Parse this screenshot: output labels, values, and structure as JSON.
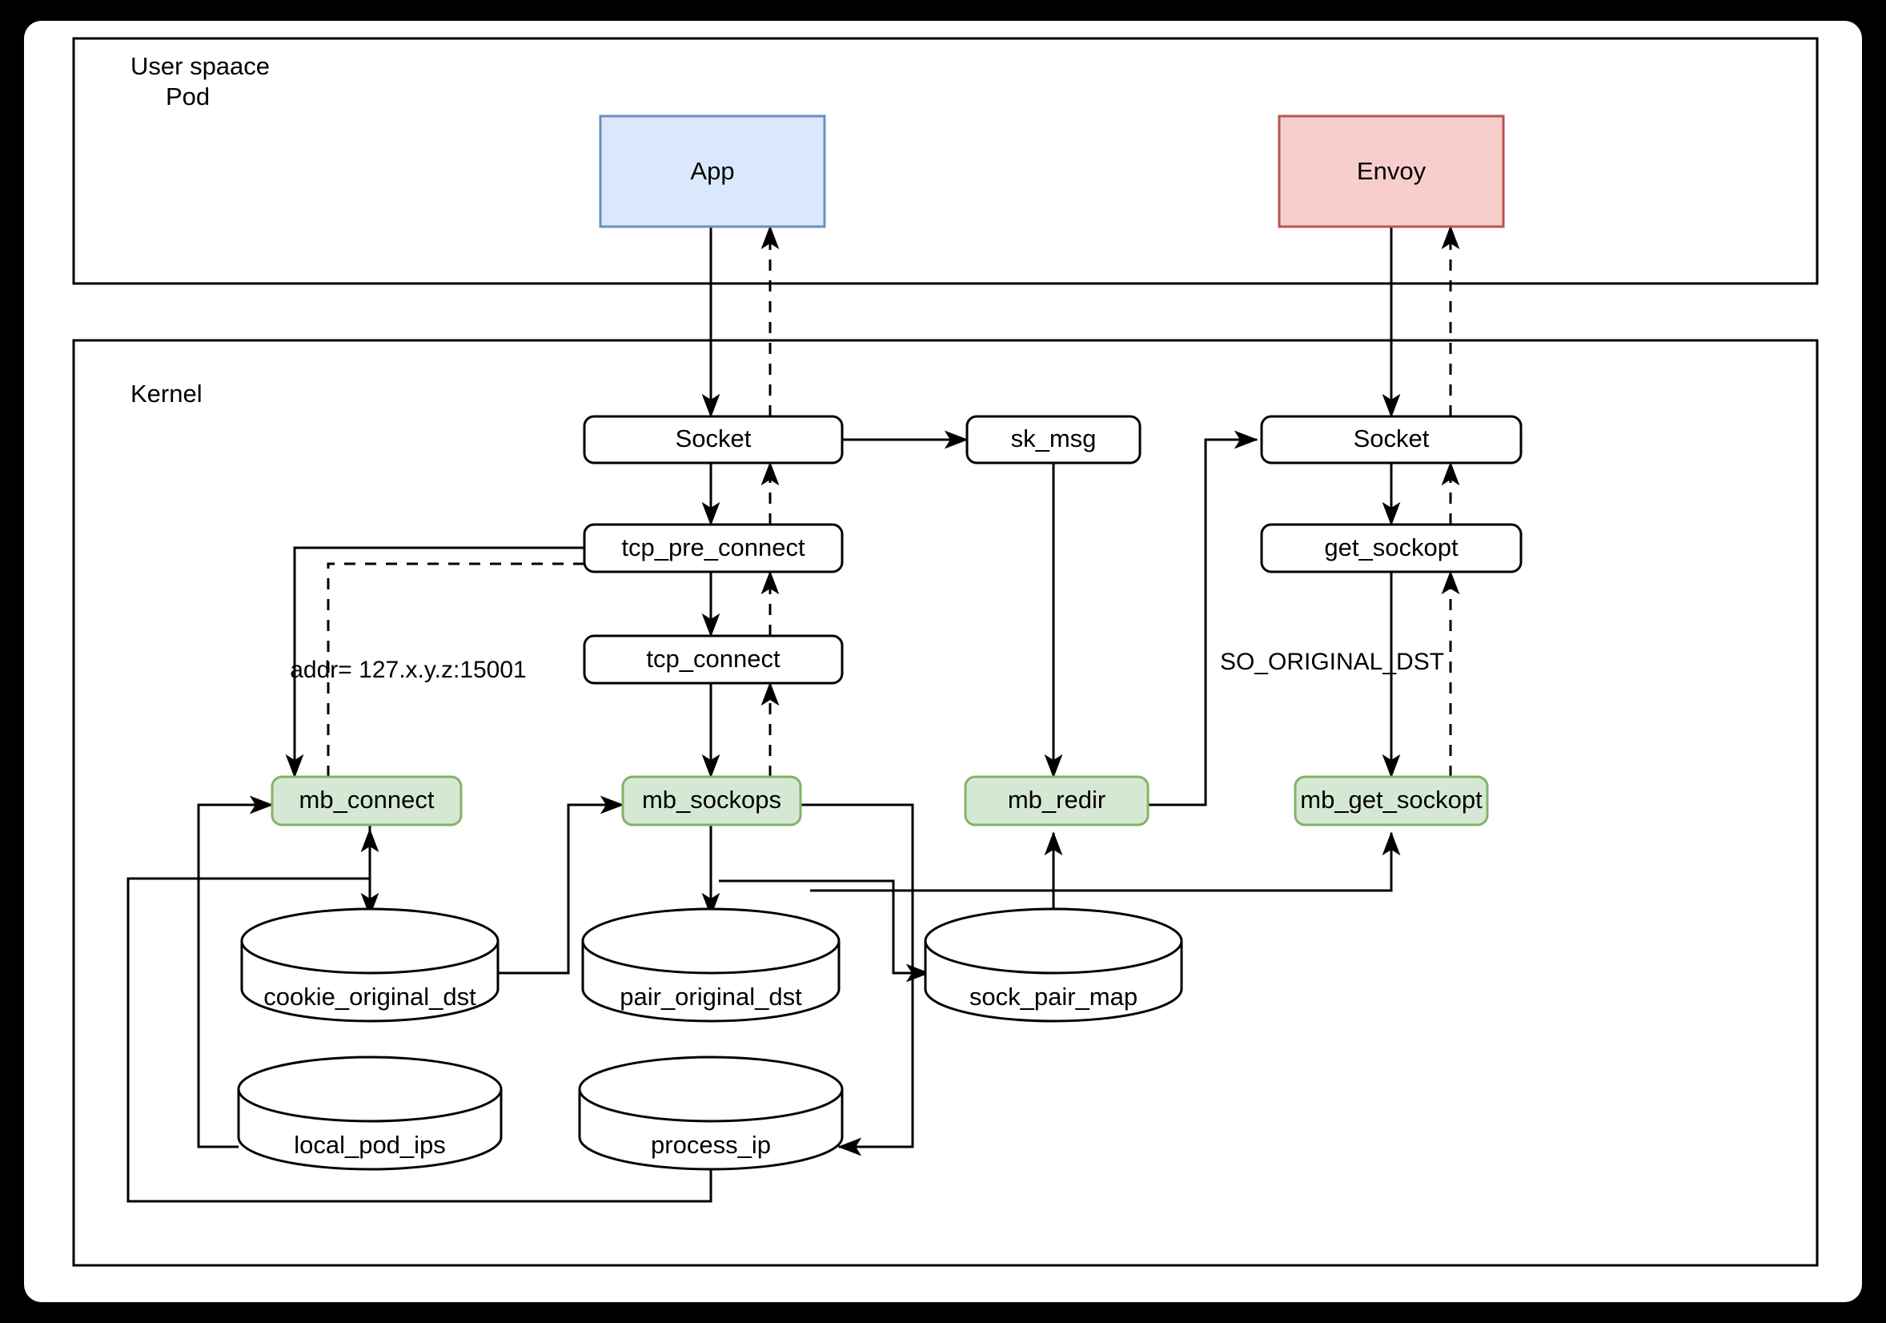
{
  "diagram": {
    "title_visible": false,
    "containers": [
      {
        "id": "userspace",
        "label_line1": "User spaace",
        "label_line2": "Pod"
      },
      {
        "id": "kernel",
        "label_line1": "Kernel"
      }
    ],
    "nodes": {
      "app": {
        "label": "App",
        "fill": "#dae8fc",
        "stroke": "#6c8ebf",
        "shape": "rect"
      },
      "envoy": {
        "label": "Envoy",
        "fill": "#f8cecc",
        "stroke": "#b85450",
        "shape": "rect"
      },
      "socket_left": {
        "label": "Socket",
        "fill": "#ffffff",
        "stroke": "#000000",
        "shape": "rounded-rect"
      },
      "socket_right": {
        "label": "Socket",
        "fill": "#ffffff",
        "stroke": "#000000",
        "shape": "rounded-rect"
      },
      "sk_msg": {
        "label": "sk_msg",
        "fill": "#ffffff",
        "stroke": "#000000",
        "shape": "rounded-rect"
      },
      "tcp_pre_connect": {
        "label": "tcp_pre_connect",
        "fill": "#ffffff",
        "stroke": "#000000",
        "shape": "rounded-rect"
      },
      "tcp_connect": {
        "label": "tcp_connect",
        "fill": "#ffffff",
        "stroke": "#000000",
        "shape": "rounded-rect"
      },
      "get_sockopt": {
        "label": "get_sockopt",
        "fill": "#ffffff",
        "stroke": "#000000",
        "shape": "rounded-rect"
      },
      "mb_connect": {
        "label": "mb_connect",
        "fill": "#d5e8d4",
        "stroke": "#82b366",
        "shape": "rounded-rect"
      },
      "mb_sockops": {
        "label": "mb_sockops",
        "fill": "#d5e8d4",
        "stroke": "#82b366",
        "shape": "rounded-rect"
      },
      "mb_redir": {
        "label": "mb_redir",
        "fill": "#d5e8d4",
        "stroke": "#82b366",
        "shape": "rounded-rect"
      },
      "mb_get_sockopt": {
        "label": "mb_get_sockopt",
        "fill": "#d5e8d4",
        "stroke": "#82b366",
        "shape": "rounded-rect"
      },
      "cookie_original_dst": {
        "label": "cookie_original_dst",
        "fill": "#ffffff",
        "stroke": "#000000",
        "shape": "cylinder"
      },
      "pair_original_dst": {
        "label": "pair_original_dst",
        "fill": "#ffffff",
        "stroke": "#000000",
        "shape": "cylinder"
      },
      "sock_pair_map": {
        "label": "sock_pair_map",
        "fill": "#ffffff",
        "stroke": "#000000",
        "shape": "cylinder"
      },
      "local_pod_ips": {
        "label": "local_pod_ips",
        "fill": "#ffffff",
        "stroke": "#000000",
        "shape": "cylinder"
      },
      "process_ip": {
        "label": "process_ip",
        "fill": "#ffffff",
        "stroke": "#000000",
        "shape": "cylinder"
      }
    },
    "edge_labels": {
      "addr": "addr= 127.x.y.z:15001",
      "so_original_dst": "SO_ORIGINAL_DST"
    },
    "colors": {
      "page_background": "#000000",
      "canvas": "#ffffff",
      "stroke": "#000000",
      "app_fill": "#dae8fc",
      "app_stroke": "#6c8ebf",
      "envoy_fill": "#f8cecc",
      "envoy_stroke": "#b85450",
      "ebpf_fill": "#d5e8d4",
      "ebpf_stroke": "#82b366"
    }
  }
}
